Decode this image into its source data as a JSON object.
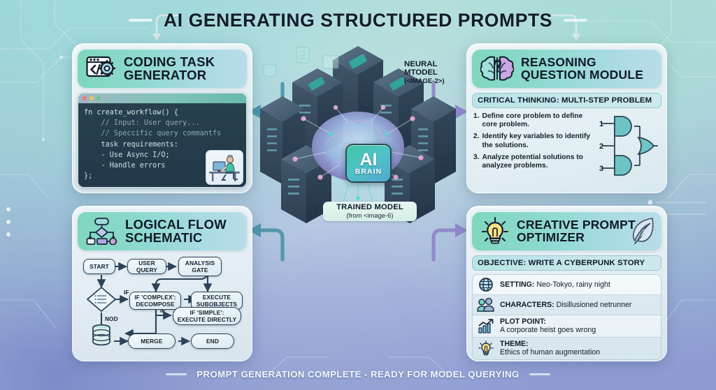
{
  "title": "AI GENERATING STRUCTURED PROMPTS",
  "footer": "PROMPT GENERATION COMPLETE - READY FOR MODEL QUERYING",
  "colors": {
    "accent_teal": "#7fd7bd",
    "accent_blue": "#54a7cf",
    "panel_bg": "#f3f8fa",
    "title_text": "#131c2b",
    "code_bg": "#27404c"
  },
  "panels": {
    "coding": {
      "title_line1": "CODING TASK",
      "title_line2": "GENERATOR",
      "icon": "code-window-gear-icon",
      "code": {
        "lines": [
          "fn create_workflow() {",
          "    // Input: User query...",
          "    // Speccific query commantfs",
          "    task requirements:",
          "    - Use Async I/O;",
          "    - Handle errors",
          "};"
        ]
      },
      "inset_image": "developer-at-desk-illustration"
    },
    "flow": {
      "title_line1": "LOGICAL FLOW",
      "title_line2": "SCHEMATIC",
      "icon": "flowchart-icon",
      "nodes": [
        {
          "id": "start",
          "label": "START"
        },
        {
          "id": "user-query",
          "label": "USER QUERY"
        },
        {
          "id": "analysis-gate",
          "label": "ANALYSIS GATE"
        },
        {
          "id": "if-complex",
          "label": "IF 'COMPLEX': DECOMPOSE"
        },
        {
          "id": "execute-subobjects",
          "label": "EXECUTE SUBOBJECTS"
        },
        {
          "id": "if-simple",
          "label": "IF 'SIMPLE': EXECUTE DIRECTLY"
        },
        {
          "id": "merge",
          "label": "MERGE"
        },
        {
          "id": "end",
          "label": "END"
        }
      ],
      "edge_labels": [
        "IF",
        "NOD",
        "IF"
      ],
      "decision_shape": "diamond-list-icon",
      "store_shape": "database-cylinder-icon"
    },
    "reasoning": {
      "title_line1": "REASONING",
      "title_line2": "QUESTION MODULE",
      "icon": "brain-question-icon",
      "banner": "CRITICAL THINKING: MULTI-STEP PROBLEM",
      "steps": [
        {
          "num": "1.",
          "text": "Define core problem to define core problem."
        },
        {
          "num": "2.",
          "text": "Identify key variables to identify the solutions."
        },
        {
          "num": "3.",
          "text": "Analyze potential solutions to analyzee problems."
        }
      ],
      "gate_diagram": {
        "inputs": [
          "1",
          "2",
          "3"
        ],
        "gates": [
          "and-gate",
          "and-gate",
          "or-gate"
        ]
      }
    },
    "creative": {
      "title_line1": "CREATIVE PROMPT",
      "title_line2": "OPTIMIZER",
      "icon": "lightbulb-icon",
      "accent_icon": "quill-feather-icon",
      "banner": "OBJECTIVE: WRITE A CYBERPUNK STORY",
      "items": [
        {
          "icon": "globe-icon",
          "label": "SETTING:",
          "value": "Neo-Tokyo, rainy night",
          "inline": true
        },
        {
          "icon": "people-icon",
          "label": "CHARACTERS:",
          "value": "Disillusioned netrunner",
          "inline": true
        },
        {
          "icon": "chart-up-icon",
          "label": "PLOT POINT:",
          "value": "A corporate heist goes wrong",
          "inline": false
        },
        {
          "icon": "idea-bulb-icon",
          "label": "THEME:",
          "value": "Ethics of human augmentation",
          "inline": false
        }
      ]
    }
  },
  "center": {
    "neural_label_line1": "NEURAL",
    "neural_label_line2": "MTODEL",
    "neural_label_sub": "(<IMAGE-2>)",
    "chip_title": "AI",
    "chip_subtitle": "BRAIN",
    "trained_label": "TRAINED MODEL",
    "trained_sub": "(from <image-6)",
    "graphic": "isometric-server-racks-with-brain"
  }
}
